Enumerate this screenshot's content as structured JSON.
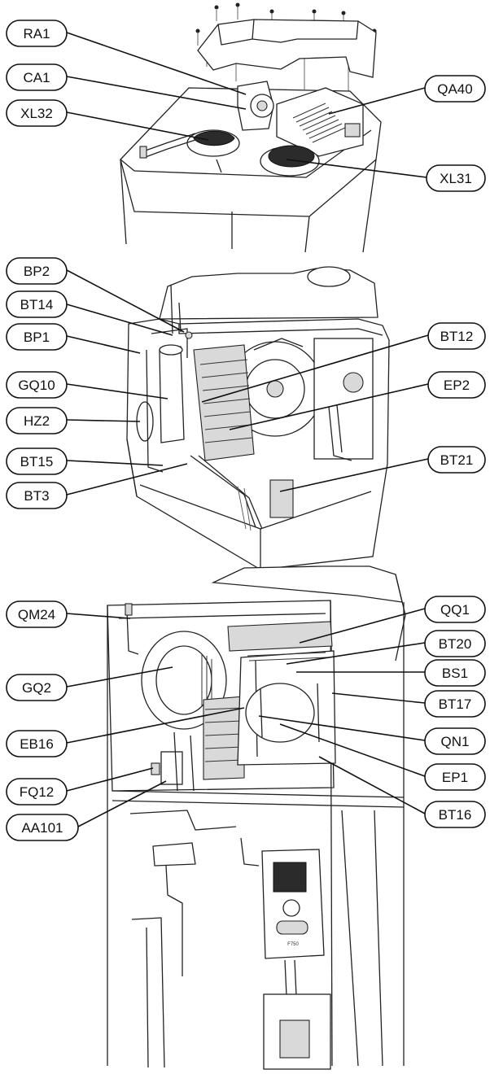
{
  "labels": {
    "RA1": "RA1",
    "CA1": "CA1",
    "XL32": "XL32",
    "QA40": "QA40",
    "XL31": "XL31",
    "BP2": "BP2",
    "BT14": "BT14",
    "BP1": "BP1",
    "GQ10": "GQ10",
    "HZ2": "HZ2",
    "BT15": "BT15",
    "BT3": "BT3",
    "BT12": "BT12",
    "EP2": "EP2",
    "BT21": "BT21",
    "QM24": "QM24",
    "GQ2": "GQ2",
    "EB16": "EB16",
    "FQ12": "FQ12",
    "AA101": "AA101",
    "QQ1": "QQ1",
    "BT20": "BT20",
    "BS1": "BS1",
    "BT17": "BT17",
    "QN1": "QN1",
    "EP1": "EP1",
    "BT16": "BT16"
  },
  "panel_text": {
    "model": "F750"
  },
  "colors": {
    "line": "#111111",
    "fill_dark": "#2b2b2b",
    "fill_light": "#d9d9d9",
    "background": "#ffffff"
  }
}
